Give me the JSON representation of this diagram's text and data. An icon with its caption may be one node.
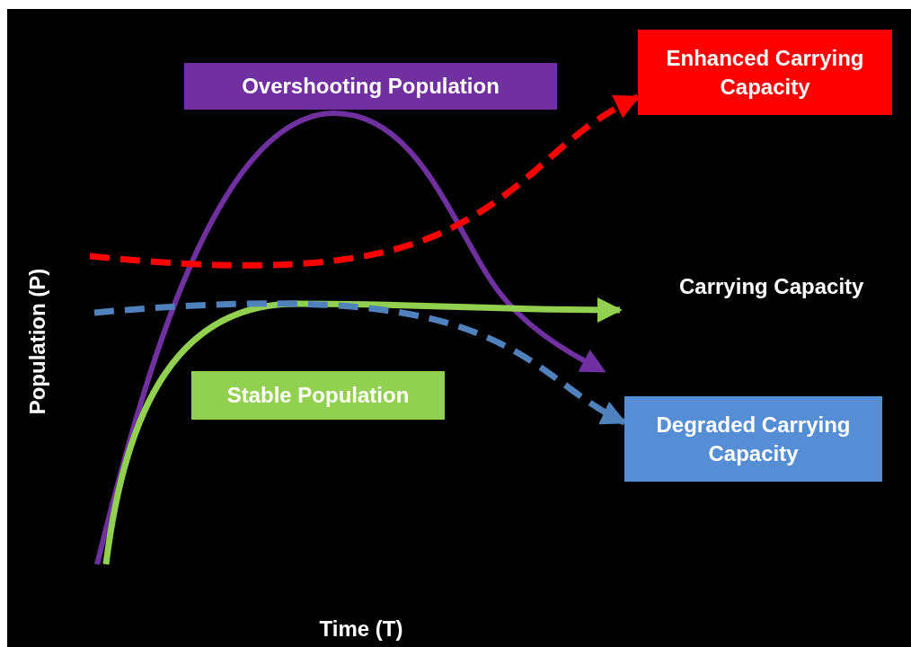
{
  "diagram": {
    "nodes": [
      {
        "text": [
          "Overshooting Population"
        ]
      },
      {
        "text": [
          "Enhanced Carrying Capacity"
        ]
      },
      {
        "text": [
          "Carrying Capacity"
        ]
      },
      {
        "text": [
          "Stable Population"
        ]
      },
      {
        "text": [
          "Degraded Carrying Capacity"
        ]
      }
    ],
    "edges": [
      {
        "from": null,
        "to": 1,
        "arrow": "to",
        "style": "dashed",
        "color": "#ff0000"
      },
      {
        "from": null,
        "to": 2,
        "arrow": "to",
        "color": "#92d050"
      },
      {
        "from": null,
        "to": 4,
        "arrow": "to",
        "style": "dashed",
        "color": "#4f81bd"
      }
    ],
    "labels": [
      "Population (P)",
      "Time (T)"
    ]
  }
}
